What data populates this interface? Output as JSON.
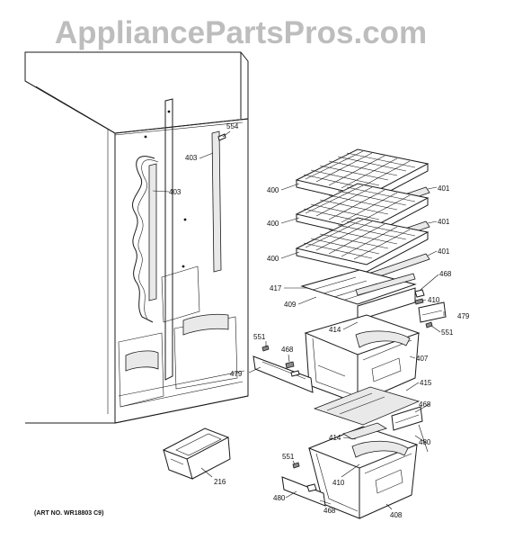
{
  "watermark": "AppliancePartsPros.com",
  "art_number": "(ART NO. WR18803 C9)",
  "callouts": {
    "c554": "554",
    "c403a": "403",
    "c403b": "403",
    "c400a": "400",
    "c400b": "400",
    "c400c": "400",
    "c401a": "401",
    "c401b": "401",
    "c401c": "401",
    "c468a": "468",
    "c468b": "468",
    "c468c": "468",
    "c468d": "468",
    "c417": "417",
    "c409": "409",
    "c410a": "410",
    "c410b": "410",
    "c479a": "479",
    "c479b": "479",
    "c551a": "551",
    "c551b": "551",
    "c551c": "551",
    "c414a": "414",
    "c414b": "414",
    "c407": "407",
    "c415": "415",
    "c480a": "480",
    "c480b": "480",
    "c408": "408",
    "c216": "216"
  }
}
